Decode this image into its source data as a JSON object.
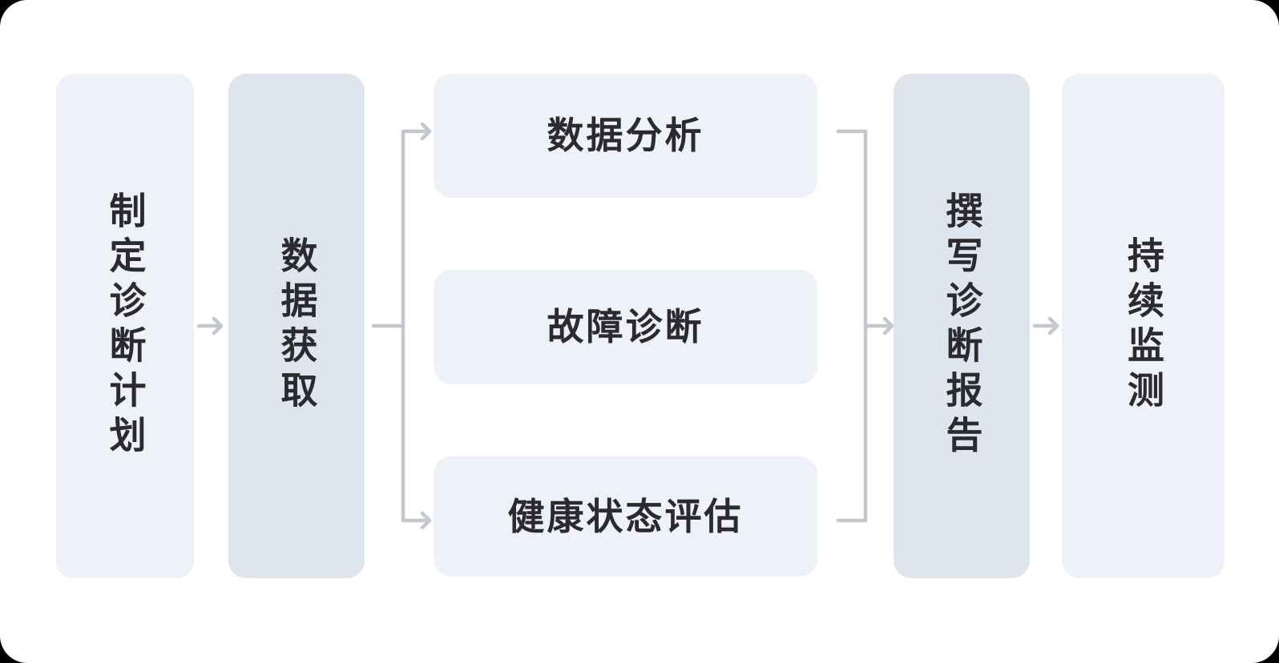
{
  "diagram": {
    "type": "process-flow",
    "orientation": "left-to-right",
    "palette": {
      "canvas_background": "#ffffff",
      "node_light": "#eef1f8",
      "node_dark": "#dee5ef",
      "text": "#2b2b2f",
      "connector": "#c3c7ce"
    },
    "nodes": [
      {
        "id": "plan",
        "label": "制定诊断计划",
        "stage": 1,
        "tint": "light",
        "text_orientation": "vertical"
      },
      {
        "id": "acquire",
        "label": "数据获取",
        "stage": 2,
        "tint": "dark",
        "text_orientation": "vertical"
      },
      {
        "id": "analysis",
        "label": "数据分析",
        "stage": 3,
        "tint": "light",
        "text_orientation": "horizontal"
      },
      {
        "id": "fault",
        "label": "故障诊断",
        "stage": 3,
        "tint": "light",
        "text_orientation": "horizontal"
      },
      {
        "id": "health",
        "label": "健康状态评估",
        "stage": 3,
        "tint": "light",
        "text_orientation": "horizontal"
      },
      {
        "id": "report",
        "label": "撰写诊断报告",
        "stage": 4,
        "tint": "dark",
        "text_orientation": "vertical"
      },
      {
        "id": "monitor",
        "label": "持续监测",
        "stage": 5,
        "tint": "light",
        "text_orientation": "vertical"
      }
    ],
    "edges": [
      {
        "from": "plan",
        "to": "acquire",
        "style": "arrow"
      },
      {
        "from": "acquire",
        "to": "analysis",
        "style": "branch-arrow"
      },
      {
        "from": "acquire",
        "to": "fault",
        "style": "branch-arrow"
      },
      {
        "from": "acquire",
        "to": "health",
        "style": "branch-arrow"
      },
      {
        "from": "analysis",
        "to": "report",
        "style": "merge"
      },
      {
        "from": "fault",
        "to": "report",
        "style": "merge-arrow"
      },
      {
        "from": "health",
        "to": "report",
        "style": "merge"
      },
      {
        "from": "report",
        "to": "monitor",
        "style": "arrow"
      }
    ]
  }
}
